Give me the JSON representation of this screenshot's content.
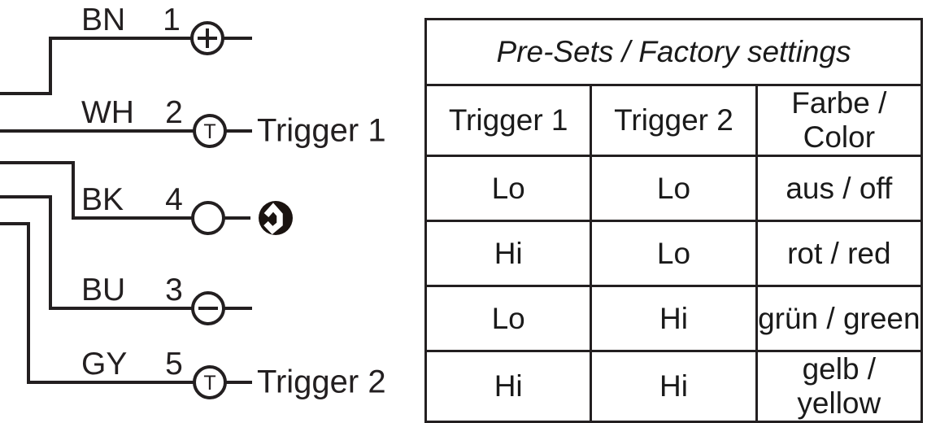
{
  "diagram": {
    "name": "cable-wiring-diagram",
    "wires": [
      {
        "color_code": "BN",
        "pin": "1",
        "terminal_glyph": "plus",
        "terminal_label": "+",
        "signal": ""
      },
      {
        "color_code": "WH",
        "pin": "2",
        "terminal_glyph": "T",
        "terminal_label": "T",
        "signal": "Trigger 1"
      },
      {
        "color_code": "BK",
        "pin": "4",
        "terminal_glyph": "open",
        "terminal_label": "",
        "signal": "",
        "icon": "ac-signal-icon"
      },
      {
        "color_code": "BU",
        "pin": "3",
        "terminal_glyph": "minus",
        "terminal_label": "−",
        "signal": ""
      },
      {
        "color_code": "GY",
        "pin": "5",
        "terminal_glyph": "T",
        "terminal_label": "T",
        "signal": "Trigger 2"
      }
    ]
  },
  "table": {
    "title": "Pre-Sets / Factory settings",
    "columns": [
      "Trigger 1",
      "Trigger 2",
      "Farbe / Color"
    ],
    "rows": [
      [
        "Lo",
        "Lo",
        "aus / off"
      ],
      [
        "Hi",
        "Lo",
        "rot / red"
      ],
      [
        "Lo",
        "Hi",
        "grün / green"
      ],
      [
        "Hi",
        "Hi",
        "gelb / yellow"
      ]
    ]
  },
  "colors": {
    "ink": "#231f20",
    "paper": "#ffffff",
    "icon_fill": "#1a1310"
  }
}
